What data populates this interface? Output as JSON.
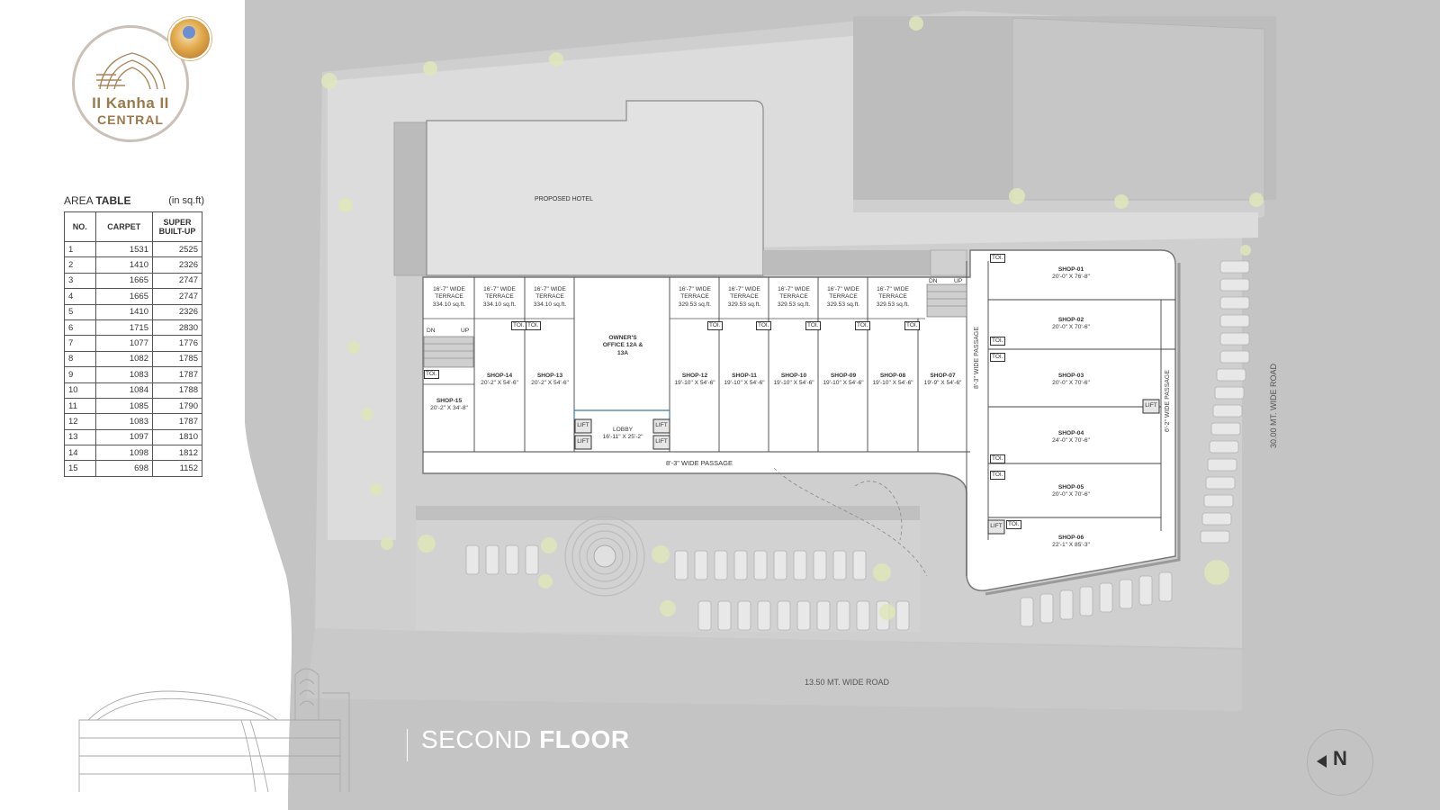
{
  "brand": {
    "name": "II Kanha II",
    "sub": "CENTRAL"
  },
  "area_table": {
    "title_light": "AREA",
    "title_bold": "TABLE",
    "unit": "(in sq.ft)",
    "headers": [
      "NO.",
      "CARPET",
      "SUPER BUILT-UP"
    ],
    "rows": [
      [
        "1",
        "1531",
        "2525"
      ],
      [
        "2",
        "1410",
        "2326"
      ],
      [
        "3",
        "1665",
        "2747"
      ],
      [
        "4",
        "1665",
        "2747"
      ],
      [
        "5",
        "1410",
        "2326"
      ],
      [
        "6",
        "1715",
        "2830"
      ],
      [
        "7",
        "1077",
        "1776"
      ],
      [
        "8",
        "1082",
        "1785"
      ],
      [
        "9",
        "1083",
        "1787"
      ],
      [
        "10",
        "1084",
        "1788"
      ],
      [
        "11",
        "1085",
        "1790"
      ],
      [
        "12",
        "1083",
        "1787"
      ],
      [
        "13",
        "1097",
        "1810"
      ],
      [
        "14",
        "1098",
        "1812"
      ],
      [
        "15",
        "698",
        "1152"
      ]
    ]
  },
  "floor": {
    "light": "SECOND",
    "bold": "FLOOR"
  },
  "north": "N",
  "plan": {
    "hotel": "PROPOSED HOTEL",
    "terrace_title": "16'-7\" WIDE TERRACE",
    "terrace_a": "334.10 sq.ft.",
    "terrace_b": "329.53 sq.ft.",
    "owners_office": "OWNER'S OFFICE 12A & 13A",
    "lobby": "LOBBY",
    "lobby_size": "16'-11\" X 25'-2\"",
    "lift": "LIFT",
    "toi": "TOI.",
    "dn": "DN",
    "up": "UP",
    "passage_h": "8'-3\" WIDE PASSAGE",
    "passage_v": "8'-3\" WIDE PASSAGE",
    "passage_right": "6'-2\" WIDE PASSAGE",
    "road_bottom": "13.50 MT. WIDE ROAD",
    "road_right": "30.00 MT. WIDE ROAD",
    "shops_row": [
      {
        "name": "SHOP-15",
        "size": "20'-2\" X 34'-8\""
      },
      {
        "name": "SHOP-14",
        "size": "20'-2\" X 54'-6\""
      },
      {
        "name": "SHOP-13",
        "size": "20'-2\" X 54'-6\""
      },
      {
        "name": "SHOP-12",
        "size": "19'-10\" X 54'-6\""
      },
      {
        "name": "SHOP-11",
        "size": "19'-10\" X 54'-6\""
      },
      {
        "name": "SHOP-10",
        "size": "19'-10\" X 54'-6\""
      },
      {
        "name": "SHOP-09",
        "size": "19'-10\" X 54'-6\""
      },
      {
        "name": "SHOP-08",
        "size": "19'-10\" X 54'-6\""
      },
      {
        "name": "SHOP-07",
        "size": "19'-9\" X 54'-6\""
      }
    ],
    "shops_col": [
      {
        "name": "SHOP-01",
        "size": "20'-0\" X 76'-8\""
      },
      {
        "name": "SHOP-02",
        "size": "20'-0\" X 70'-6\""
      },
      {
        "name": "SHOP-03",
        "size": "20'-0\" X 70'-6\""
      },
      {
        "name": "SHOP-04",
        "size": "24'-0\" X 70'-6\""
      },
      {
        "name": "SHOP-05",
        "size": "20'-0\" X 70'-6\""
      },
      {
        "name": "SHOP-06",
        "size": "22'-1\" X 85'-3\""
      }
    ]
  }
}
